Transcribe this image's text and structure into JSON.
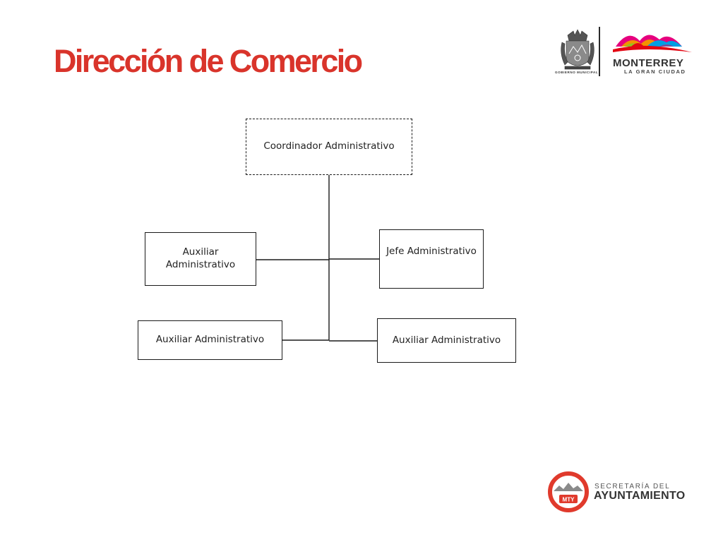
{
  "header": {
    "title": "Dirección de Comercio",
    "seal_caption": "GOBIERNO MUNICIPAL",
    "city_name": "MONTERREY",
    "city_tagline": "LA GRAN CIUDAD"
  },
  "org_chart": {
    "root": {
      "label": "Coordinador Administrativo",
      "border": "dashed"
    },
    "children": [
      {
        "label": "Auxiliar Administrativo",
        "side": "left"
      },
      {
        "label": "Jefe Administrativo",
        "side": "right"
      },
      {
        "label": "Auxiliar Administrativo",
        "side": "left"
      },
      {
        "label": "Auxiliar Administrativo",
        "side": "right"
      }
    ]
  },
  "footer": {
    "badge_text": "MTY",
    "secretaria_label": "SECRETARÍA DEL",
    "ayuntamiento_label": "AYUNTAMIENTO"
  },
  "colors": {
    "title": "#d9342b",
    "footer_ring": "#e03a2c",
    "logo_colors": [
      "#e6007e",
      "#f39200",
      "#009fe3",
      "#95c11f",
      "#7a4e9c",
      "#e30613"
    ]
  },
  "icons": {
    "header_left": "municipal-seal-icon",
    "header_right": "monterrey-mountain-logo-icon",
    "footer": "mty-ring-logo-icon"
  }
}
